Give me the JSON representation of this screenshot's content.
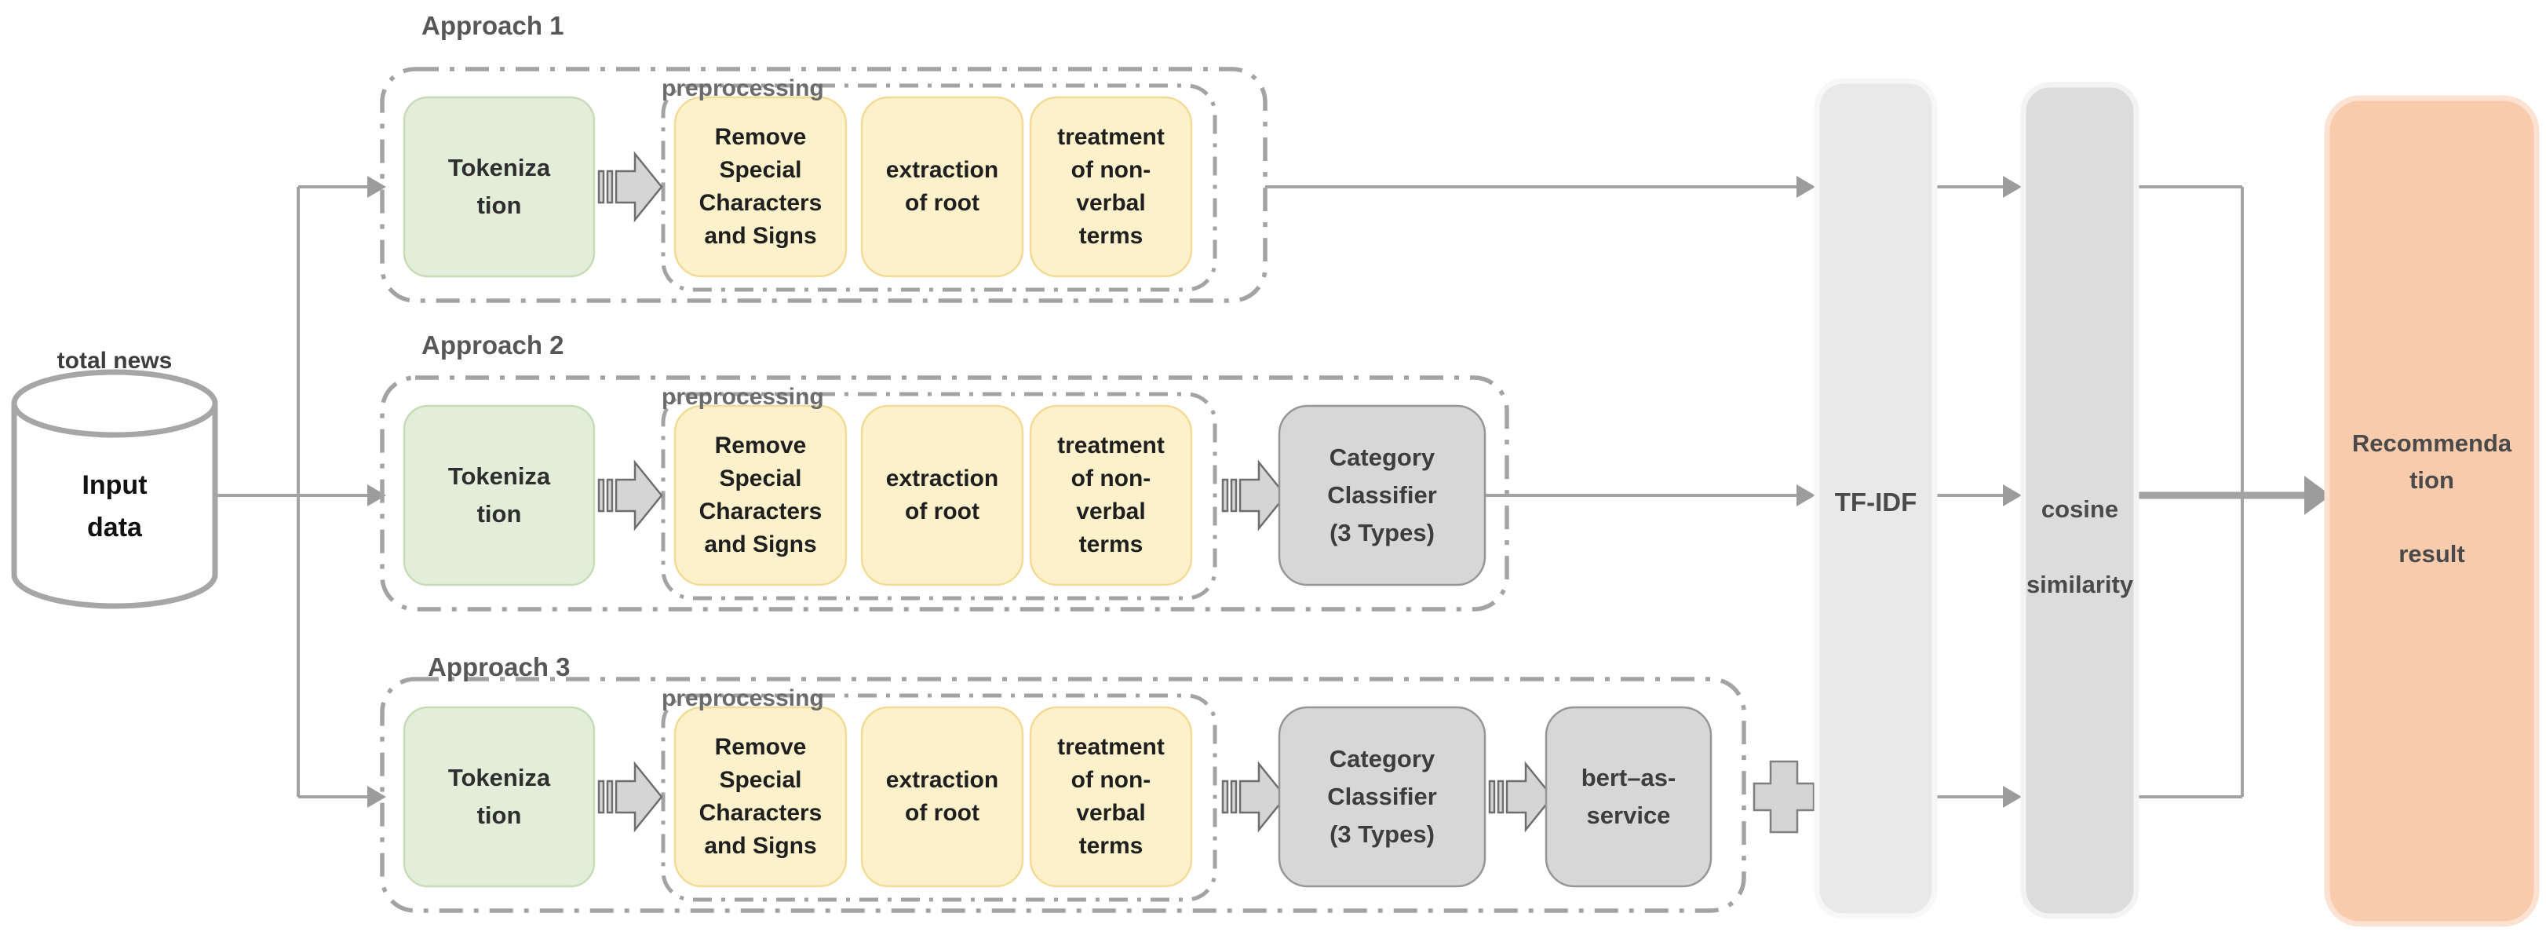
{
  "database": {
    "top_label": "total news",
    "body_label": "Input\ndata"
  },
  "approach1": {
    "label": "Approach 1",
    "tokenization": "Tokeniza\ntion",
    "preprocessing_label": "preprocessing",
    "step1": "Remove\nSpecial\nCharacters\nand Signs",
    "step2": "extraction\nof root",
    "step3": "treatment\nof non-\nverbal\nterms"
  },
  "approach2": {
    "label": "Approach 2",
    "tokenization": "Tokeniza\ntion",
    "preprocessing_label": "preprocessing",
    "step1": "Remove\nSpecial\nCharacters\nand Signs",
    "step2": "extraction\nof root",
    "step3": "treatment\nof non-\nverbal\nterms",
    "classifier": "Category\nClassifier\n(3 Types)"
  },
  "approach3": {
    "label": "Approach 3",
    "tokenization": "Tokeniza\ntion",
    "preprocessing_label": "preprocessing",
    "step1": "Remove\nSpecial\nCharacters\nand Signs",
    "step2": "extraction\nof root",
    "step3": "treatment\nof non-\nverbal\nterms",
    "classifier": "Category\nClassifier\n(3 Types)",
    "bert": "bert–as-\nservice"
  },
  "pipeline": {
    "tfidf": "TF-IDF",
    "cosine": "cosine\n\nsimilarity",
    "result": "Recommenda\ntion\n\nresult"
  },
  "colors": {
    "tokenization_green": "#e2eed9",
    "preprocess_yellow": "#fdf1cb",
    "classifier_gray": "#d7d7d7",
    "tfidf_bar": "#e9e9e9",
    "cosine_bar": "#dcdcdc",
    "result_orange": "#f8cbad",
    "connector_gray": "#a3a3a3",
    "dashed_border": "#a3a3a3"
  }
}
